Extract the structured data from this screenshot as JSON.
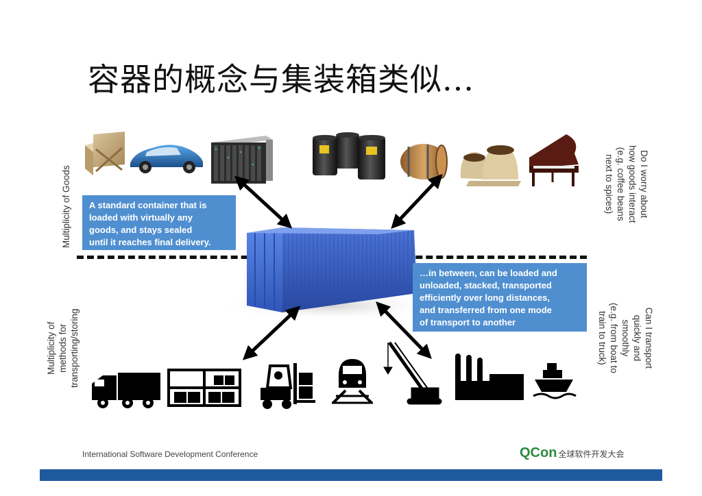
{
  "slide": {
    "title": "容器的概念与集装箱类似...",
    "left_labels": {
      "goods": "Multiplicity of Goods",
      "methods_lines": [
        "Multiplicity of",
        "methods for",
        "transporting/storing"
      ]
    },
    "right_labels": {
      "interact_lines": [
        "Do I worry about",
        "how goods interact",
        "(e.g. coffee beans",
        "next to spices)"
      ],
      "transport_lines": [
        "Can I transport",
        "quickly and",
        "smoothly",
        "(e.g. from boat to",
        "train to truck)"
      ]
    },
    "callouts": {
      "top_lines": [
        "A standard container that is",
        "loaded with virtually any",
        "goods, and stays sealed",
        "until it reaches final delivery."
      ],
      "bottom_lines": [
        "…in between, can be loaded and",
        "unloaded, stacked, transported",
        "efficiently over long distances,",
        "and transferred from one mode",
        "of transport to another"
      ]
    },
    "goods_icons": [
      "wooden-crate",
      "sports-car",
      "server-rack",
      "oil-drums",
      "wooden-barrel",
      "coffee-sacks",
      "grand-piano"
    ],
    "transport_icons": [
      "truck",
      "shelving-rack",
      "forklift",
      "train",
      "crane",
      "factory",
      "ship"
    ],
    "footer": {
      "conference": "International Software Development Conference",
      "brand": "QCon",
      "brand_cn": "全球软件开发大会"
    },
    "colors": {
      "callout_bg": "#4f8fd0",
      "container_blue": "#3b67d4",
      "bottom_bar": "#1f5a9e",
      "brand_green": "#2b8a3e"
    }
  }
}
